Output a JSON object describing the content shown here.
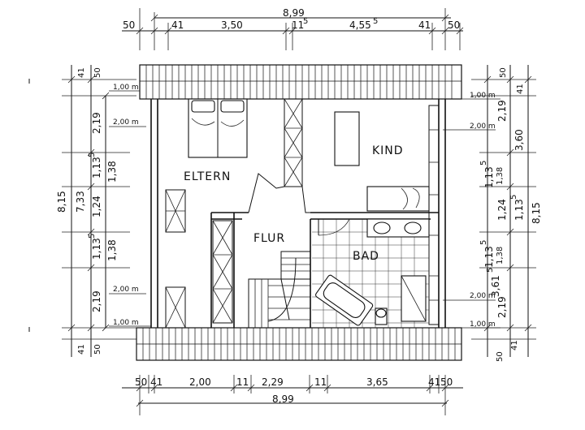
{
  "rooms": {
    "eltern": "ELTERN",
    "kind": "KIND",
    "flur": "FLUR",
    "bad": "BAD"
  },
  "dims_top": {
    "total": "8,99",
    "d50a": "50",
    "d41a": "41",
    "d350": "3,50",
    "d115": "11",
    "d115sup": "5",
    "d455": "4,55",
    "d455sup": "5",
    "d41b": "41",
    "d50b": "50"
  },
  "dims_bottom": {
    "total": "8,99",
    "d50a": "50",
    "d41a": "41",
    "d200": "2,00",
    "d11a": "11",
    "d229": "2,29",
    "d11b": "11",
    "d365": "3,65",
    "d41b": "41",
    "d50b": "50"
  },
  "dims_left": {
    "total": "8,15",
    "sub733": "7,33",
    "d41t": "41",
    "d50t": "50",
    "d219t": "2,19",
    "d1135t": "1,13",
    "d1135t_sup": "5",
    "d138t": "1,38",
    "d124": "1,24",
    "d1135b": "1,13",
    "d1135b_sup": "5",
    "d138b": "1,38",
    "d219b": "2,19",
    "d41b": "41",
    "d50b": "50"
  },
  "dims_right": {
    "total": "8,15",
    "d50t": "50",
    "d41t": "41",
    "d219t": "2,19",
    "d360": "3,60",
    "d1135t": "1,13",
    "d1135t_sup": "5",
    "d138t": "1,38",
    "d124": "1,24",
    "d1135m": "1,13",
    "d1135m_sup": "5",
    "d1135b": "1,13",
    "d1135b_sup": "5",
    "d138b": "1,38",
    "d361": "3,61",
    "d361_sup": "5",
    "d219b": "2,19",
    "d41b": "41",
    "d50b": "50"
  },
  "levels": {
    "l100": "1,00 m",
    "l200": "2,00 m"
  }
}
